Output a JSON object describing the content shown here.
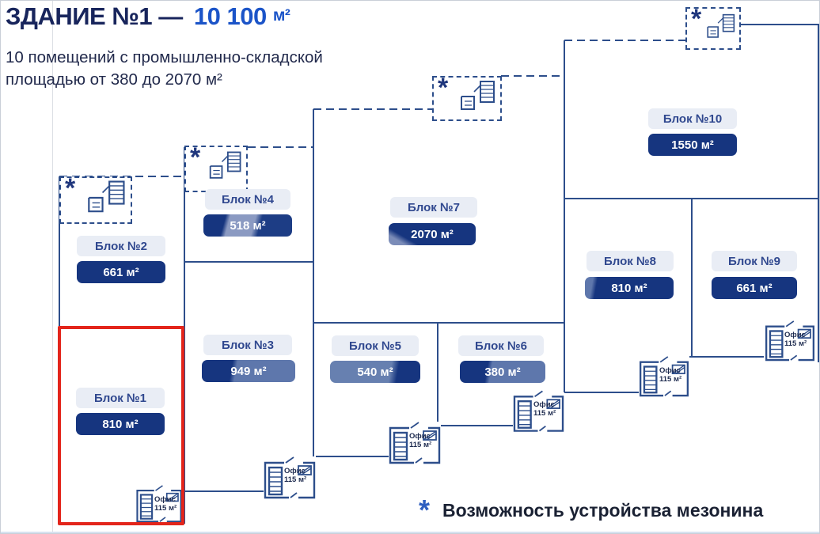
{
  "header": {
    "title_prefix": "ЗДАНИЕ №1 —",
    "title_number": "10 100",
    "title_unit": "м²",
    "subtitle_line1": "10 помещений с промышленно-складской",
    "subtitle_line2": "площадью от 380 до 2070 м²"
  },
  "legend": {
    "asterisk": "*",
    "text": "Возможность устройства мезонина"
  },
  "office": {
    "line1": "Офис",
    "line2": "115 м²"
  },
  "asterisk_symbol": "*",
  "blocks": [
    {
      "name": "Блок №1",
      "area": "810 м²",
      "highlighted": true,
      "mezzanine": false,
      "badge_variant": "solid"
    },
    {
      "name": "Блок №2",
      "area": "661 м²",
      "highlighted": false,
      "mezzanine": true,
      "badge_variant": "solid"
    },
    {
      "name": "Блок №3",
      "area": "949 м²",
      "highlighted": false,
      "mezzanine": false,
      "badge_variant": "dark-left"
    },
    {
      "name": "Блок №4",
      "area": "518 м²",
      "highlighted": false,
      "mezzanine": true,
      "badge_variant": "sheen"
    },
    {
      "name": "Блок №5",
      "area": "540 м²",
      "highlighted": false,
      "mezzanine": false,
      "badge_variant": "light-main"
    },
    {
      "name": "Блок №6",
      "area": "380 м²",
      "highlighted": false,
      "mezzanine": false,
      "badge_variant": "dark-left"
    },
    {
      "name": "Блок №7",
      "area": "2070 м²",
      "highlighted": false,
      "mezzanine": true,
      "badge_variant": "corner-light"
    },
    {
      "name": "Блок №8",
      "area": "810 м²",
      "highlighted": false,
      "mezzanine": false,
      "badge_variant": "edge-light"
    },
    {
      "name": "Блок №9",
      "area": "661 м²",
      "highlighted": false,
      "mezzanine": false,
      "badge_variant": "solid"
    },
    {
      "name": "Блок №10",
      "area": "1550 м²",
      "highlighted": false,
      "mezzanine": true,
      "badge_variant": "solid"
    }
  ],
  "colors": {
    "navy_dark": "#16357f",
    "navy_text": "#18255c",
    "accent_blue": "#1b54c8",
    "slate_light": "#5e77ac",
    "label_bg": "#e9edf5",
    "wall_blue": "#2d4e8b",
    "highlight_red": "#e3251b"
  }
}
